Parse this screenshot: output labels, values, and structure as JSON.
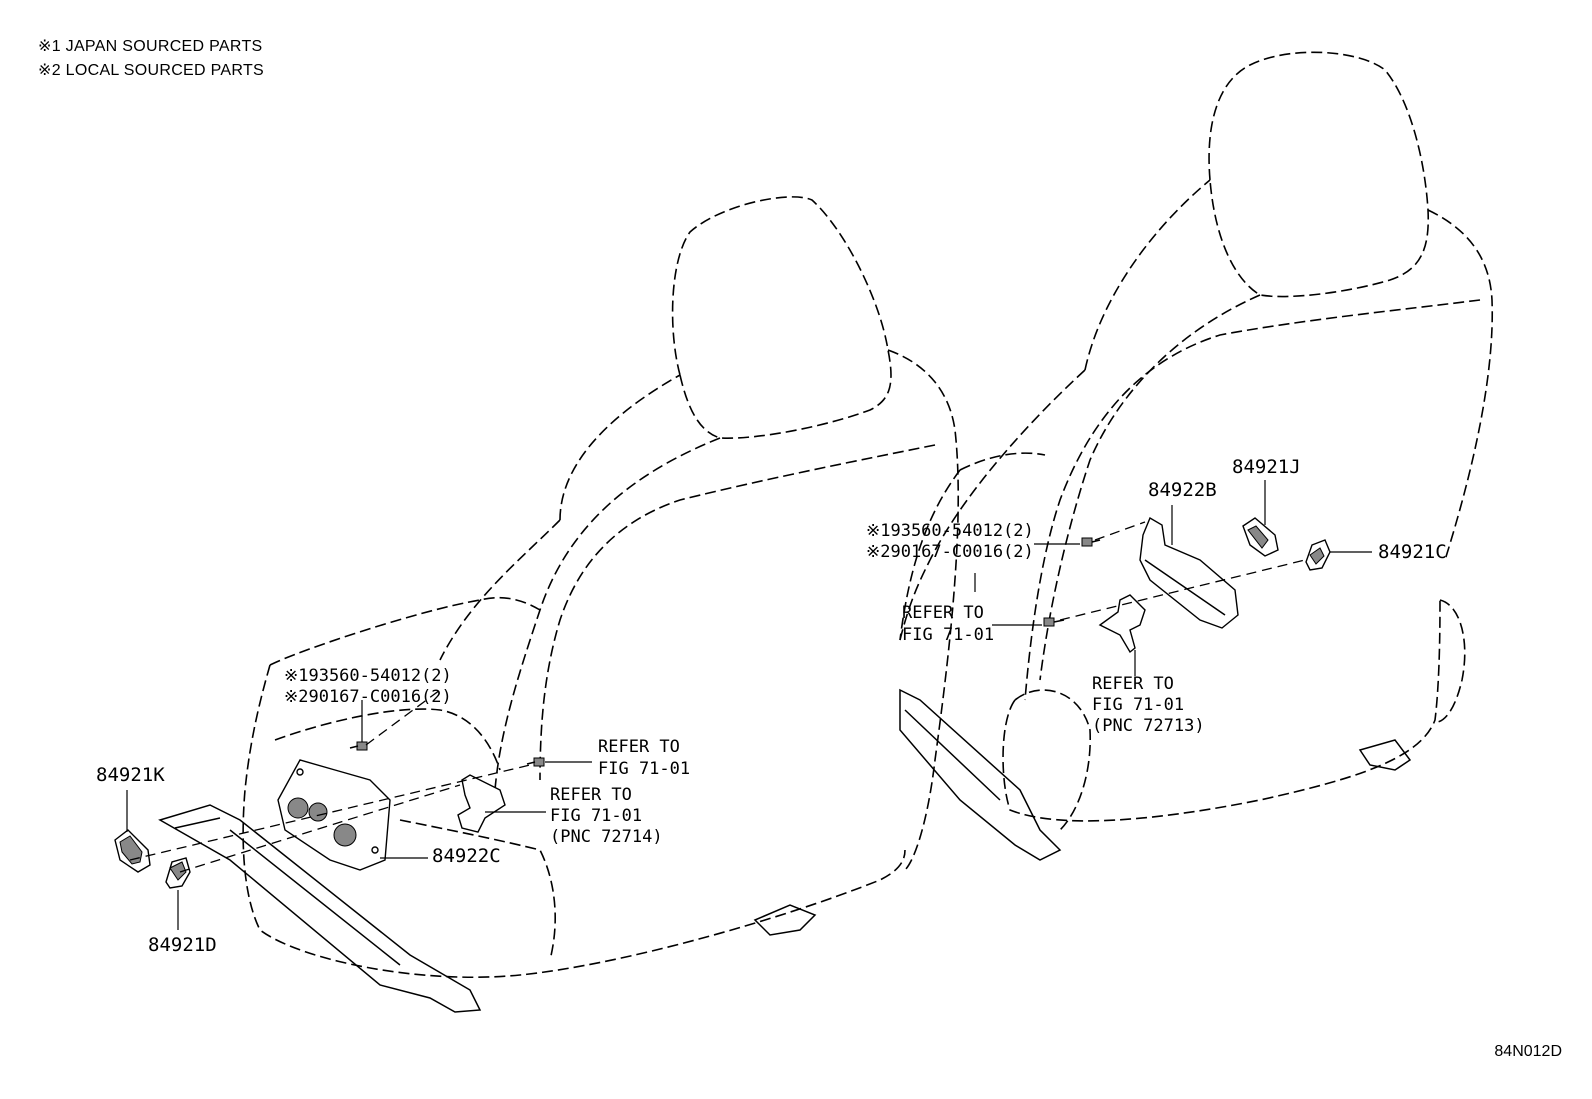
{
  "legend": {
    "japan_sourced": "※1 JAPAN SOURCED PARTS",
    "local_sourced": "※2 LOCAL SOURCED PARTS"
  },
  "figure_id": "84N012D",
  "left_seat": {
    "bolt_part_1": "※193560-54012(2)",
    "bolt_part_2": "※290167-C0016(2)",
    "refer_a_line1": "REFER TO",
    "refer_a_line2": "FIG 71-01",
    "refer_b_line1": "REFER TO",
    "refer_b_line2": "FIG 71-01",
    "refer_b_line3": "(PNC 72714)",
    "switch_cover_outer": "84921K",
    "switch_knob": "84921D",
    "switch_assembly": "84922C"
  },
  "right_seat": {
    "bolt_part_1": "※193560-54012(2)",
    "bolt_part_2": "※290167-C0016(2)",
    "refer_a_line1": "REFER TO",
    "refer_a_line2": "FIG 71-01",
    "refer_b_line1": "REFER TO",
    "refer_b_line2": "FIG 71-01",
    "refer_b_line3": "(PNC 72713)",
    "switch_assembly": "84922B",
    "switch_knob": "84921J",
    "switch_cover_outer": "84921C"
  }
}
